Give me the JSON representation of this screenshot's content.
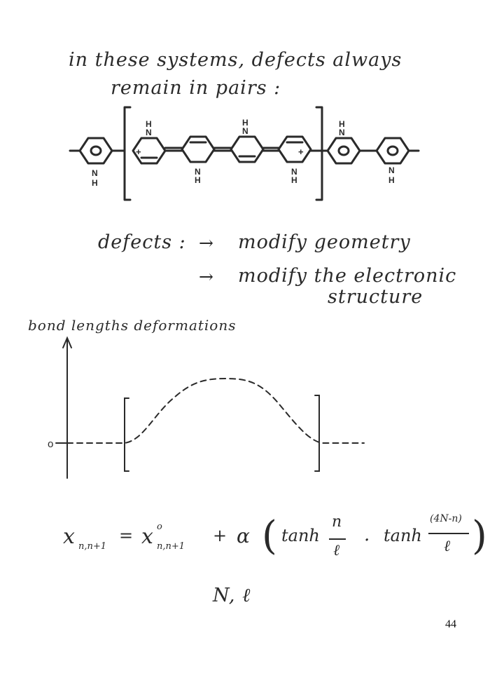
{
  "text": {
    "line1": "in these systems, defects always",
    "line2": "remain in pairs :",
    "defects_label": "defects :",
    "arrow": "→",
    "bullet1": "modify geometry",
    "bullet2": "modify the electronic",
    "bullet2b": "structure",
    "plot_title": "bond lengths deformations",
    "axis_zero": "o",
    "params": "N, ℓ"
  },
  "structure": {
    "atom_n": "N",
    "atom_h": "H",
    "plus": "+"
  },
  "formula": {
    "lhs": "x",
    "lhs_sub": "n,n+1",
    "equals": "=",
    "rhs0": "x",
    "rhs0_sup": "o",
    "rhs0_sub": "n,n+1",
    "plus": "+",
    "alpha": "α",
    "open": "(",
    "tanh1": "tanh",
    "frac1_num": "n",
    "frac1_den": "ℓ",
    "dot": ".",
    "tanh2": "tanh",
    "frac2_num": "(4N-n)",
    "frac2_den": "ℓ",
    "close": ")"
  },
  "page_number": "44",
  "colors": {
    "ink": "#2a2a2a",
    "background": "#ffffff"
  }
}
